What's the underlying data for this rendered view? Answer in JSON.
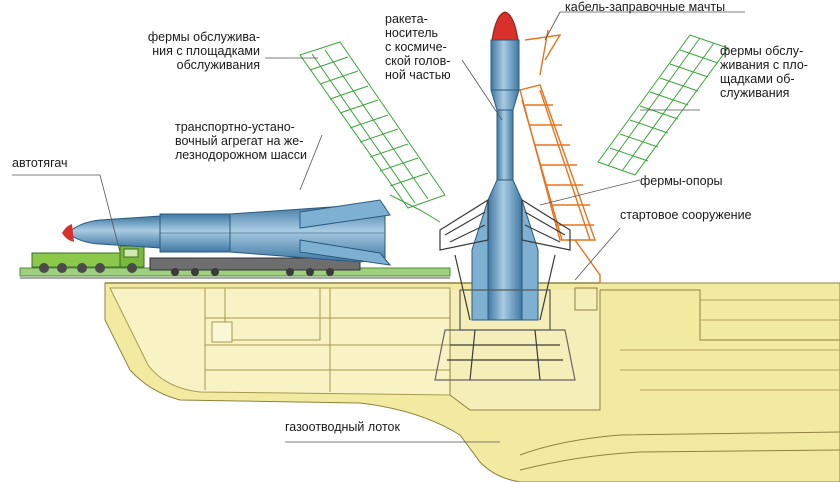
{
  "labels": {
    "service_trusses_left": "фермы обслужива-\nния с площадками\nобслуживания",
    "transporter_erector": "транспортно-устано-\nвочный агрегат на же-\nлезнодорожном шасси",
    "tractor": "автотягач",
    "rocket": "ракета-\nноситель\nс космиче-\nской голов-\nной частью",
    "cable_masts": "кабель-заправочные мачты",
    "service_trusses_right": "фермы обслу-\nживания с пло-\nщадками об-\nслуживания",
    "support_trusses": "фермы-опоры",
    "launch_structure": "стартовое сооружение",
    "flame_trench": "газоотводный лоток"
  },
  "colors": {
    "leader_line": "#555555",
    "trusses_green": "#3aa63a",
    "rocket_blue": "#6aa0c4",
    "nose_red": "#d8302a",
    "mast_orange": "#e8731d",
    "concrete_yellow": "#f3eaa2",
    "ground_outline": "#8f8240",
    "tractor_green": "#78b83c",
    "support_dark": "#3a3a3a"
  }
}
